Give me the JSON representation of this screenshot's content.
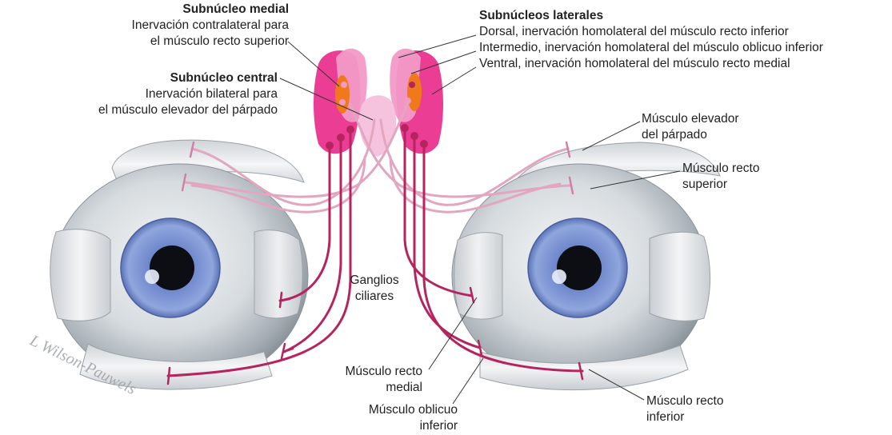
{
  "labels": {
    "subnucleo_medial": {
      "title": "Subnúcleo medial",
      "line1": "Inervación contralateral para",
      "line2": "el músculo recto superior"
    },
    "subnucleo_central": {
      "title": "Subnúcleo central",
      "line1": "Inervación bilateral para",
      "line2": "el músculo elevador del párpado"
    },
    "subnucleos_laterales": {
      "title": "Subnúcleos laterales",
      "line1": "Dorsal, inervación homolateral del músculo recto inferior",
      "line2": "Intermedio, inervación homolateral del músculo oblicuo inferior",
      "line3": "Ventral, inervación homolateral del músculo recto medial"
    },
    "elevador": {
      "line1": "Músculo elevador",
      "line2": "del párpado"
    },
    "recto_superior": {
      "line1": "Músculo recto",
      "line2": "superior"
    },
    "ganglios": {
      "line1": "Ganglios",
      "line2": "ciliares"
    },
    "recto_medial": {
      "line1": "Músculo recto",
      "line2": "medial"
    },
    "oblicuo_inferior": {
      "line1": "Músculo oblicuo",
      "line2": "inferior"
    },
    "recto_inferior": {
      "line1": "Músculo recto",
      "line2": "inferior"
    }
  },
  "signature": "L Wilson-Pauwels",
  "colors": {
    "nerve": "#b5245f",
    "nerve_light": "#e5a9c3",
    "nucleus_dark": "#e32786",
    "nucleus_mid": "#ef6fb0",
    "nucleus_light": "#f6c3de",
    "nucleus_orange": "#f07a1a",
    "sclera": "#dfe3e6",
    "sclera_shadow": "#a9b0b6",
    "muscle": "#eef0f1",
    "iris": "#7e95cf",
    "iris_dark": "#4f66ad",
    "pupil": "#0d0d14",
    "leader": "#333333"
  }
}
